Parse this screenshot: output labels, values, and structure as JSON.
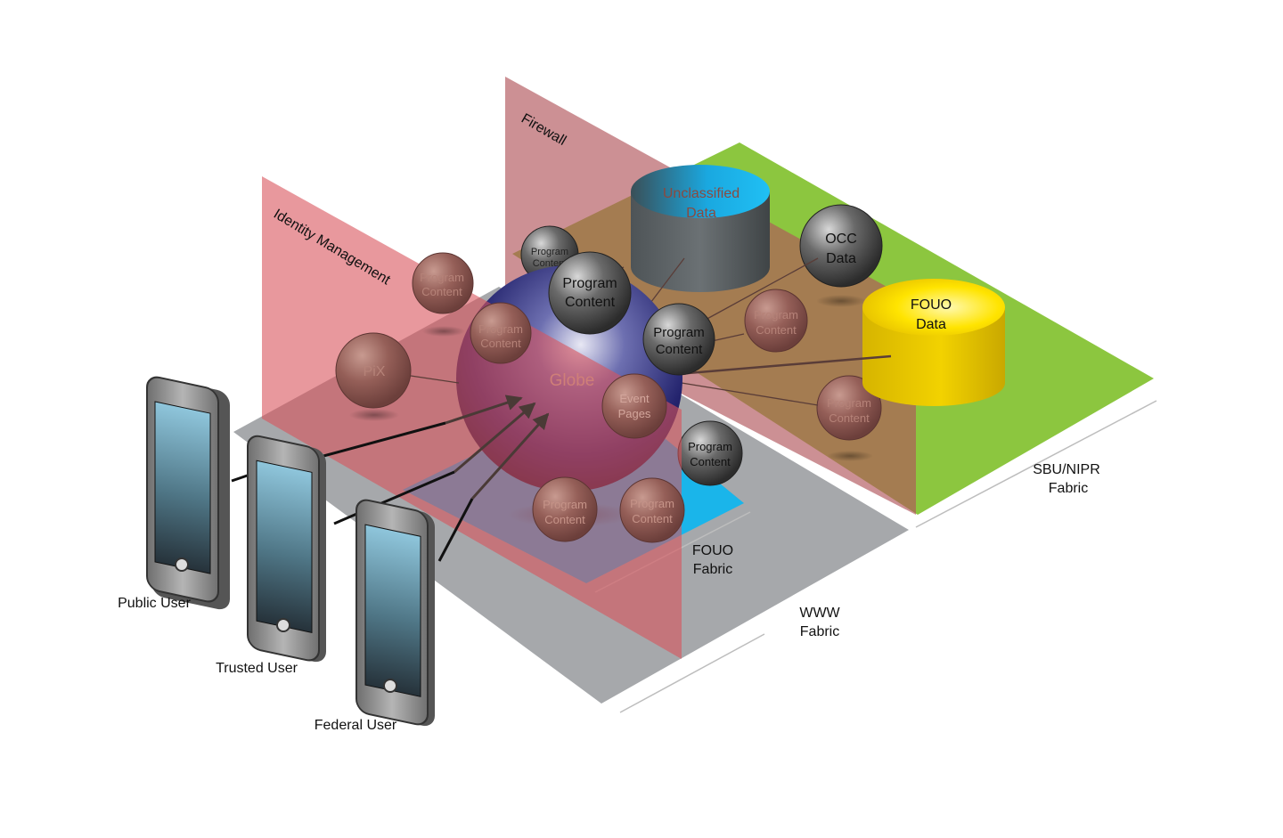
{
  "colors": {
    "green": "#8cc63f",
    "gray_plane": "#a6a8ab",
    "blue_plane": "#1ab5ea",
    "identity_wall": "#e07a7e",
    "firewall_wall": "#c98a8a",
    "yellow": "#ffe000",
    "phone_body": "#8a8a8a"
  },
  "walls": {
    "identity": "Identity Management",
    "firewall": "Firewall"
  },
  "fabrics": {
    "sbu_line1": "SBU/NIPR",
    "sbu_line2": "Fabric",
    "fouo_line1": "FOUO",
    "fouo_line2": "Fabric",
    "www_line1": "WWW",
    "www_line2": "Fabric"
  },
  "globe": "Globe",
  "cylinders": {
    "unclassified_line1": "Unclassified",
    "unclassified_line2": "Data",
    "fouo_line1": "FOUO",
    "fouo_line2": "Data"
  },
  "spheres": {
    "occ_line1": "OCC",
    "occ_line2": "Data",
    "pix": "PiX",
    "event_line1": "Event",
    "event_line2": "Pages",
    "pc_line1": "Program",
    "pc_line2": "Content"
  },
  "users": {
    "public": "Public User",
    "trusted": "Trusted User",
    "federal": "Federal User"
  }
}
